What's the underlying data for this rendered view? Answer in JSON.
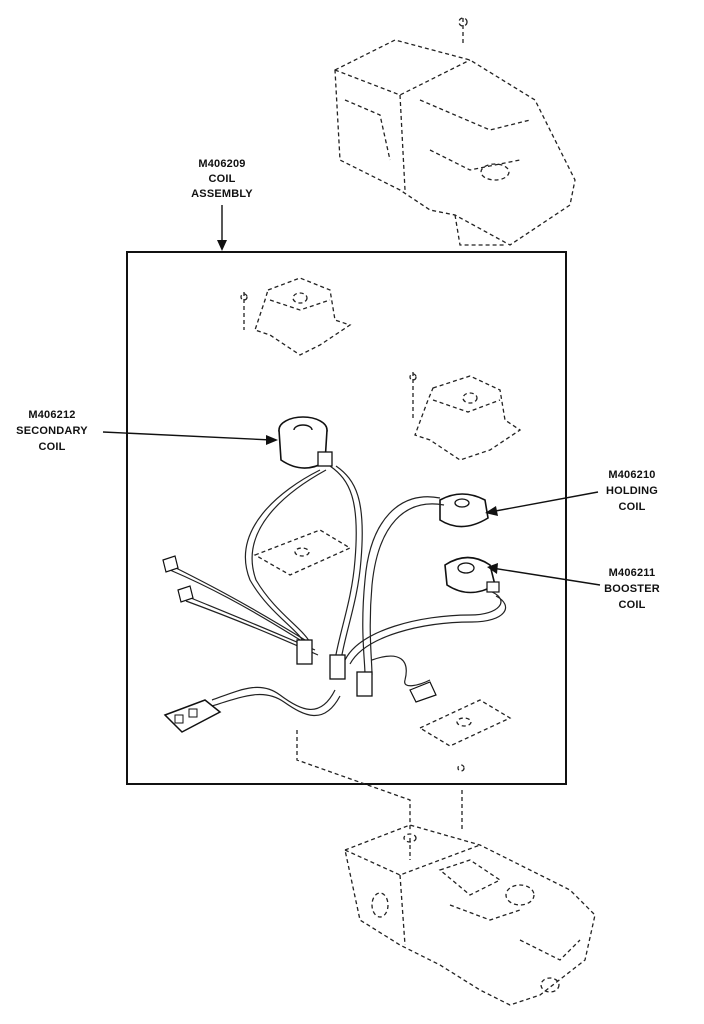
{
  "labels": {
    "assembly": [
      "M406209",
      "COIL",
      "ASSEMBLY"
    ],
    "secondary": [
      "M406212",
      "SECONDARY",
      "COIL"
    ],
    "holding": [
      "M406210",
      "HOLDING",
      "COIL"
    ],
    "booster": [
      "M406211",
      "BOOSTER",
      "COIL"
    ]
  },
  "colors": {
    "ink": "#111111",
    "paper": "#ffffff"
  }
}
